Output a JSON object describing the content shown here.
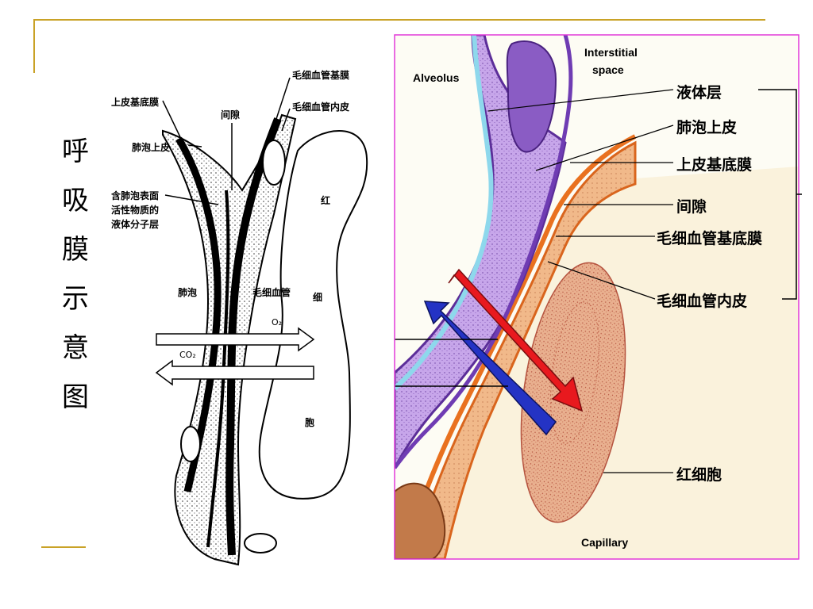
{
  "slide": {
    "title_chars": [
      "呼",
      "吸",
      "膜",
      "示",
      "意",
      "图"
    ]
  },
  "left_diagram": {
    "labels": {
      "capillary_basement": "毛细血管基膜",
      "epithelial_basement": "上皮基底膜",
      "interstitial": "间隙",
      "capillary_endothelium": "毛细血管内皮",
      "alveolar_epithelium": "肺泡上皮",
      "surfactant_line1": "含肺泡表面",
      "surfactant_line2": "活性物质的",
      "surfactant_line3": "液体分子层",
      "alveolus": "肺泡",
      "capillary": "毛细血管",
      "rbc_1": "红",
      "rbc_2": "细",
      "rbc_3": "胞",
      "o2": "O₂",
      "co2": "CO₂"
    }
  },
  "right_diagram": {
    "english": {
      "alveolus": "Alveolus",
      "interstitial_1": "Interstitial",
      "interstitial_2": "space",
      "capillary": "Capillary"
    },
    "labels": [
      {
        "key": "fluid",
        "text": "液体层"
      },
      {
        "key": "alv_epi",
        "text": "肺泡上皮"
      },
      {
        "key": "epi_base",
        "text": "上皮基底膜"
      },
      {
        "key": "interstitial",
        "text": "间隙"
      },
      {
        "key": "cap_base",
        "text": "毛细血管基底膜"
      },
      {
        "key": "cap_endo",
        "text": "毛细血管内皮"
      },
      {
        "key": "rbc",
        "text": "红细胞"
      }
    ],
    "colors": {
      "frame": "#e23ad8",
      "o2_arrow": "#e8191e",
      "co2_arrow": "#2433c4",
      "epithelium": "#c7a6ea",
      "endothelium": "#f1b98a",
      "rbc": "#e9b08f"
    }
  }
}
